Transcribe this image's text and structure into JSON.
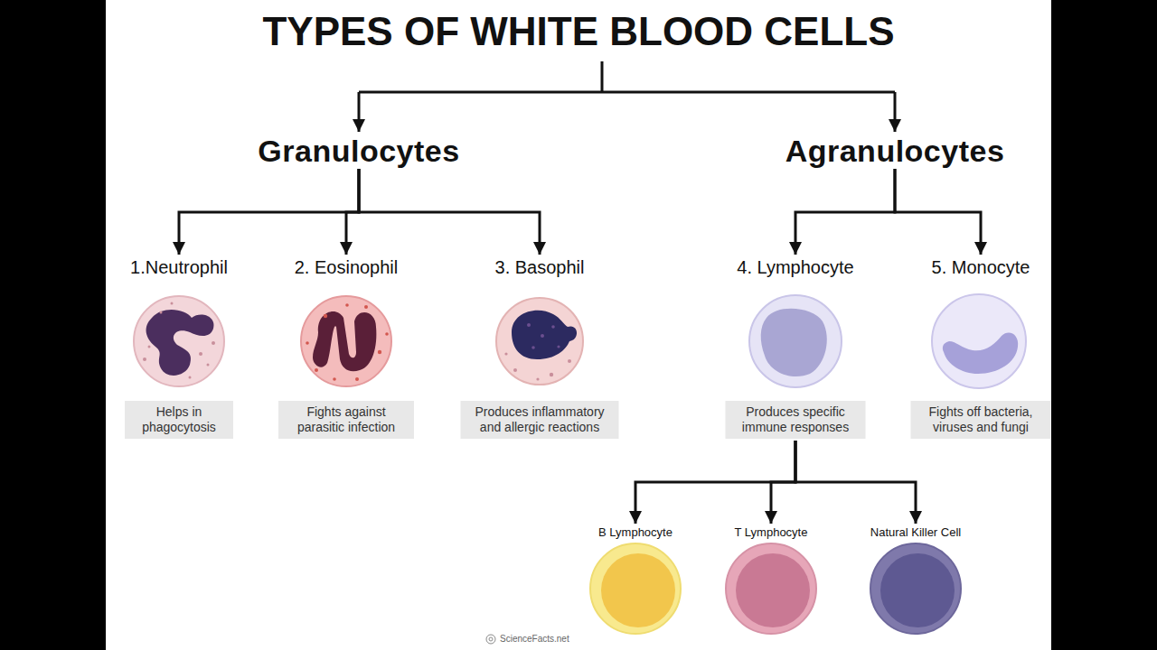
{
  "diagram": {
    "title": "TYPES OF WHITE BLOOD CELLS",
    "nodes": [
      {
        "text": [
          "Granulocytes"
        ]
      },
      {
        "text": [
          "Agranulocytes"
        ]
      },
      {
        "text": [
          "1.Neutrophil",
          "Helps in phagocytosis"
        ]
      },
      {
        "text": [
          "2. Eosinophil",
          "Fights against parasitic infection"
        ]
      },
      {
        "text": [
          "3. Basophil",
          "Produces inflammatory and allergic reactions"
        ]
      },
      {
        "text": [
          "4. Lymphocyte",
          "Produces specific immune responses"
        ]
      },
      {
        "text": [
          "5. Monocyte",
          "Fights off bacteria, viruses and fungi"
        ]
      },
      {
        "text": [
          "B Lymphocyte"
        ]
      },
      {
        "text": [
          "T Lymphocyte"
        ]
      },
      {
        "text": [
          "Natural Killer Cell"
        ]
      }
    ],
    "edges": [
      {
        "from": 0,
        "to": 2,
        "arrow": "to"
      },
      {
        "from": 0,
        "to": 3,
        "arrow": "to"
      },
      {
        "from": 0,
        "to": 4,
        "arrow": "to"
      },
      {
        "from": 1,
        "to": 5,
        "arrow": "to"
      },
      {
        "from": 1,
        "to": 6,
        "arrow": "to"
      },
      {
        "from": 5,
        "to": 7,
        "arrow": "to"
      },
      {
        "from": 5,
        "to": 8,
        "arrow": "to"
      },
      {
        "from": 5,
        "to": 9,
        "arrow": "to"
      }
    ],
    "labels": [
      "ScienceFacts.net"
    ]
  }
}
